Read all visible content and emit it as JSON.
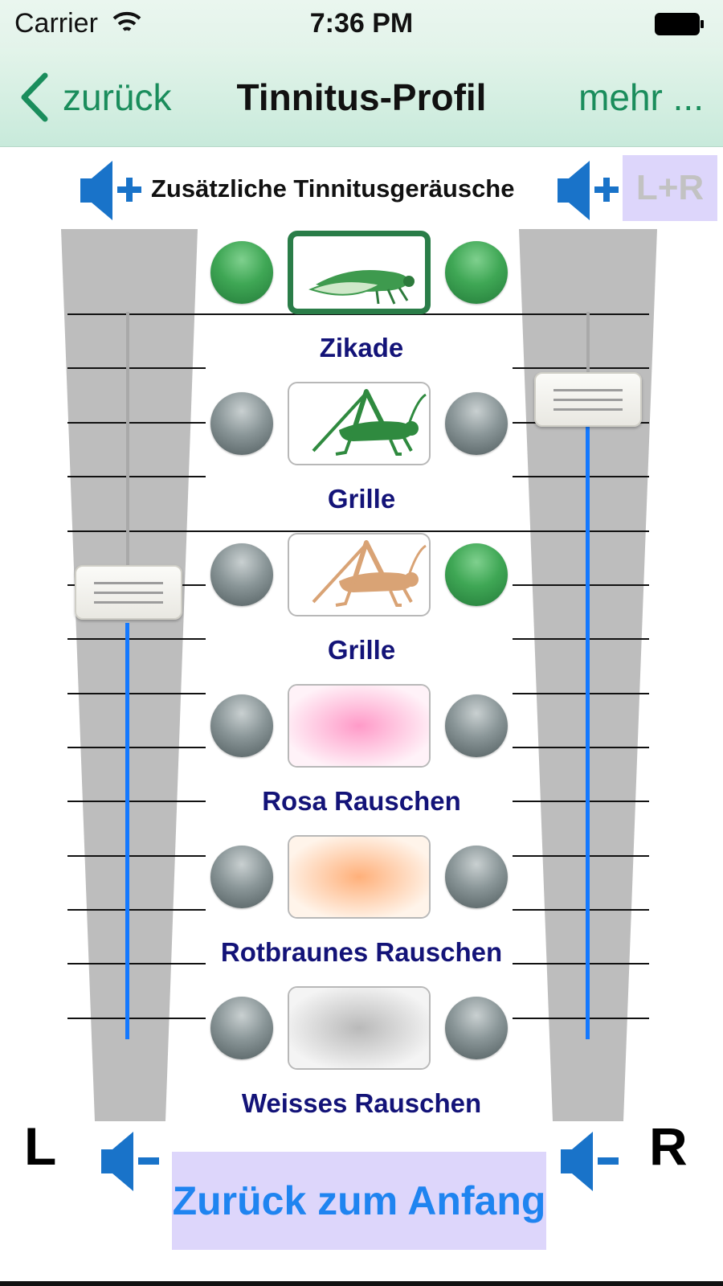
{
  "status_bar": {
    "carrier": "Carrier",
    "time": "7:36 PM"
  },
  "nav": {
    "back_label": "zurück",
    "title": "Tinnitus-Profil",
    "more_label": "mehr ..."
  },
  "header": {
    "label": "Zusätzliche Tinnitusgeräusche",
    "lr_button": "L+R"
  },
  "sounds": [
    {
      "label": "Zikade",
      "icon": "cicada-icon",
      "left_on": true,
      "right_on": true,
      "selected": true
    },
    {
      "label": "Grille",
      "icon": "cricket-green-icon",
      "left_on": false,
      "right_on": false,
      "selected": false
    },
    {
      "label": "Grille",
      "icon": "cricket-tan-icon",
      "left_on": false,
      "right_on": true,
      "selected": false
    },
    {
      "label": "Rosa Rauschen",
      "icon": "pink-noise-icon",
      "left_on": false,
      "right_on": false,
      "selected": false
    },
    {
      "label": "Rotbraunes Rauschen",
      "icon": "brown-noise-icon",
      "left_on": false,
      "right_on": false,
      "selected": false
    },
    {
      "label": "Weisses Rauschen",
      "icon": "white-noise-icon",
      "left_on": false,
      "right_on": false,
      "selected": false
    }
  ],
  "sliders": {
    "left_label": "L",
    "right_label": "R",
    "left_level": 0.7,
    "right_level": 0.91
  },
  "footer": {
    "reset_button": "Zurück zum Anfang"
  },
  "colors": {
    "accent_green": "#1a8d5c",
    "label_navy": "#131378",
    "slider_blue": "#1479ff",
    "button_lavender": "#ddd6fb"
  }
}
